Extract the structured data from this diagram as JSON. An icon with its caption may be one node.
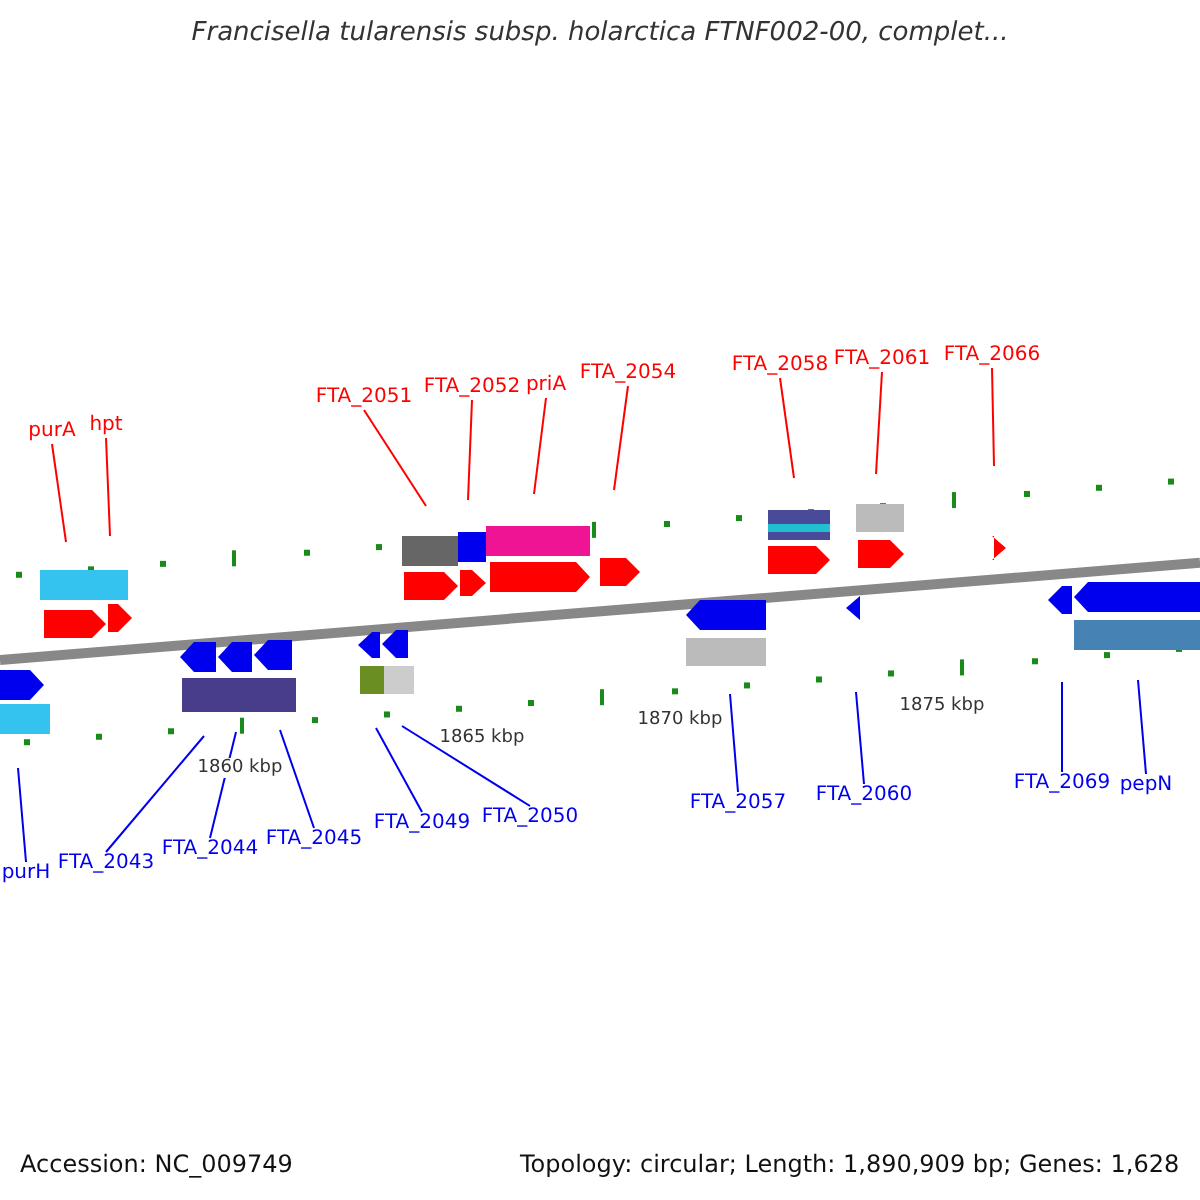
{
  "diagram": {
    "title": "Francisella tularensis subsp. holarctica FTNF002-00, complet...",
    "nodes": [
      {
        "text": [
          "purA"
        ]
      },
      {
        "text": [
          "hpt"
        ]
      },
      {
        "text": [
          "FTA_2051"
        ]
      },
      {
        "text": [
          "FTA_2052"
        ]
      },
      {
        "text": [
          "priA"
        ]
      },
      {
        "text": [
          "FTA_2054"
        ]
      },
      {
        "text": [
          "FTA_2058"
        ]
      },
      {
        "text": [
          "FTA_2061"
        ]
      },
      {
        "text": [
          "FTA_2066"
        ]
      },
      {
        "text": [
          "purH"
        ]
      },
      {
        "text": [
          "FTA_2043"
        ]
      },
      {
        "text": [
          "FTA_2044"
        ]
      },
      {
        "text": [
          "FTA_2045"
        ]
      },
      {
        "text": [
          "FTA_2049"
        ]
      },
      {
        "text": [
          "FTA_2050"
        ]
      },
      {
        "text": [
          "FTA_2057"
        ]
      },
      {
        "text": [
          "FTA_2060"
        ]
      },
      {
        "text": [
          "FTA_2069"
        ]
      },
      {
        "text": [
          "pepN"
        ]
      }
    ],
    "edges": [
      {
        "from": 0,
        "to": null,
        "arrow": "none",
        "color": "#ff0000"
      },
      {
        "from": 1,
        "to": null,
        "arrow": "none",
        "color": "#ff0000"
      },
      {
        "from": 2,
        "to": null,
        "arrow": "none",
        "color": "#ff0000"
      },
      {
        "from": 3,
        "to": null,
        "arrow": "none",
        "color": "#ff0000"
      },
      {
        "from": 4,
        "to": null,
        "arrow": "none",
        "color": "#ff0000"
      },
      {
        "from": 5,
        "to": null,
        "arrow": "none",
        "color": "#ff0000"
      },
      {
        "from": 6,
        "to": null,
        "arrow": "none",
        "color": "#ff0000"
      },
      {
        "from": 7,
        "to": null,
        "arrow": "none",
        "color": "#ff0000"
      },
      {
        "from": 8,
        "to": null,
        "arrow": "none",
        "color": "#ff0000"
      },
      {
        "from": 9,
        "to": null,
        "arrow": "none"
      },
      {
        "from": 10,
        "to": null,
        "arrow": "none"
      },
      {
        "from": 11,
        "to": null,
        "arrow": "none"
      },
      {
        "from": 12,
        "to": null,
        "arrow": "none"
      },
      {
        "from": 13,
        "to": null,
        "arrow": "none"
      },
      {
        "from": 14,
        "to": null,
        "arrow": "none"
      },
      {
        "from": 15,
        "to": null,
        "arrow": "none"
      },
      {
        "from": 16,
        "to": null,
        "arrow": "none"
      },
      {
        "from": 17,
        "to": null,
        "arrow": "none"
      },
      {
        "from": 18,
        "to": null,
        "arrow": "none"
      }
    ],
    "labels": [
      "1860 kbp",
      "1865 kbp",
      "1870 kbp",
      "1875 kbp",
      "Accession: NC_009749",
      "Topology: circular; Length: 1,890,909 bp; Genes: 1,628"
    ]
  }
}
